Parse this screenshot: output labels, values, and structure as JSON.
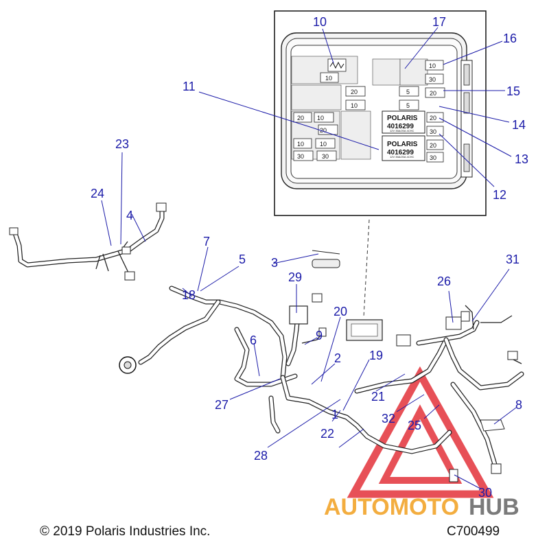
{
  "diagram": {
    "callouts": [
      "1",
      "2",
      "3",
      "4",
      "5",
      "6",
      "7",
      "8",
      "9",
      "10",
      "11",
      "12",
      "13",
      "14",
      "15",
      "16",
      "17",
      "18",
      "19",
      "20",
      "21",
      "22",
      "23",
      "24",
      "25",
      "26",
      "27",
      "28",
      "29",
      "30",
      "31",
      "32"
    ],
    "fuse_box": {
      "fuse_labels": [
        "10",
        "10",
        "20",
        "10",
        "5",
        "20",
        "20",
        "30",
        "10",
        "30",
        "10",
        "5",
        "30",
        "20",
        "20",
        "10",
        "30",
        "20",
        "30"
      ],
      "relay_brand": "POLARIS",
      "relay_part": "4016299",
      "relay_spec": "12V 35A/20A 4CHC"
    }
  },
  "watermark": {
    "part1": "AUTOMOTO",
    "part2": "HUB",
    "color_primary": "#f2a52b",
    "color_secondary": "#6c6c6c",
    "triangle_color": "#e3323a"
  },
  "footer": {
    "copyright": "© 2019 Polaris Industries Inc.",
    "drawing_id": "C700499"
  },
  "colors": {
    "callout": "#1a1aa8",
    "line": "#222222"
  }
}
